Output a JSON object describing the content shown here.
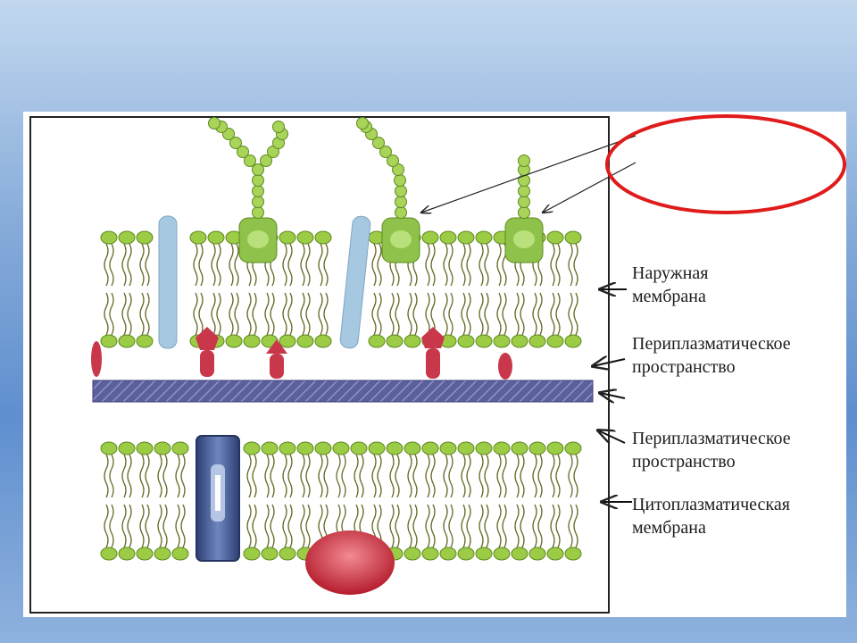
{
  "labels": {
    "outer_membrane": {
      "line1": "Наружная",
      "line2": "мембрана"
    },
    "periplasm_1": {
      "line1": "Периплазматическое",
      "line2": "пространство"
    },
    "periplasm_2": {
      "line1": "Периплазматическое",
      "line2": "пространство"
    },
    "cytoplasmic_membrane": {
      "line1": "Цитоплазматическая",
      "line2": "мембрана"
    }
  },
  "colors": {
    "lipid_head": "#9ccc46",
    "lipid_head_stroke": "#5f8a1e",
    "lipid_tail": "#6a6a2a",
    "porin": "#a6c8e0",
    "lps_protein": "#9ccc46",
    "peptidoglycan": "#5b5f9c",
    "periplasmic_protein": "#c8384a",
    "transmembrane_protein": "#3c4f86",
    "peripheral_protein": "#cc2a3a",
    "highlight_ellipse": "#e01b1b"
  }
}
